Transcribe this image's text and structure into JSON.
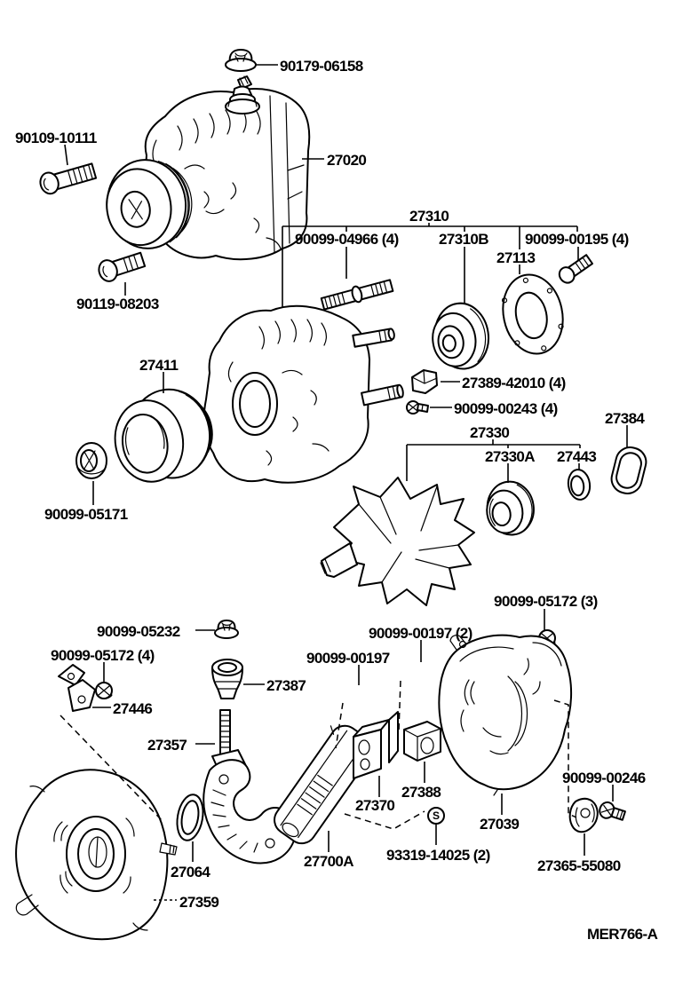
{
  "diagram": {
    "type": "alternator exploded parts diagram",
    "drawing_code": "MER766-A",
    "circled_symbol": "S"
  },
  "labels": [
    {
      "part": "90179-06158"
    },
    {
      "part": "90109-10111"
    },
    {
      "part": "27020"
    },
    {
      "part": "90119-08203"
    },
    {
      "part": "27310"
    },
    {
      "part": "90099-04966 (4)"
    },
    {
      "part": "27310B"
    },
    {
      "part": "90099-00195 (4)"
    },
    {
      "part": "27113"
    },
    {
      "part": "27411"
    },
    {
      "part": "27389-42010 (4)"
    },
    {
      "part": "90099-00243 (4)"
    },
    {
      "part": "27384"
    },
    {
      "part": "27330"
    },
    {
      "part": "27330A"
    },
    {
      "part": "27443"
    },
    {
      "part": "90099-05171"
    },
    {
      "part": "90099-05172 (3)"
    },
    {
      "part": "90099-05232"
    },
    {
      "part": "90099-05172 (4)"
    },
    {
      "part": "27446"
    },
    {
      "part": "27387"
    },
    {
      "part": "90099-00197 (2)"
    },
    {
      "part": "90099-00197"
    },
    {
      "part": "27357"
    },
    {
      "part": "27370"
    },
    {
      "part": "27388"
    },
    {
      "part": "27700A"
    },
    {
      "part": "93319-14025 (2)"
    },
    {
      "part": "27039"
    },
    {
      "part": "90099-00246"
    },
    {
      "part": "27365-55080"
    },
    {
      "part": "27064"
    },
    {
      "part": "27359"
    }
  ]
}
